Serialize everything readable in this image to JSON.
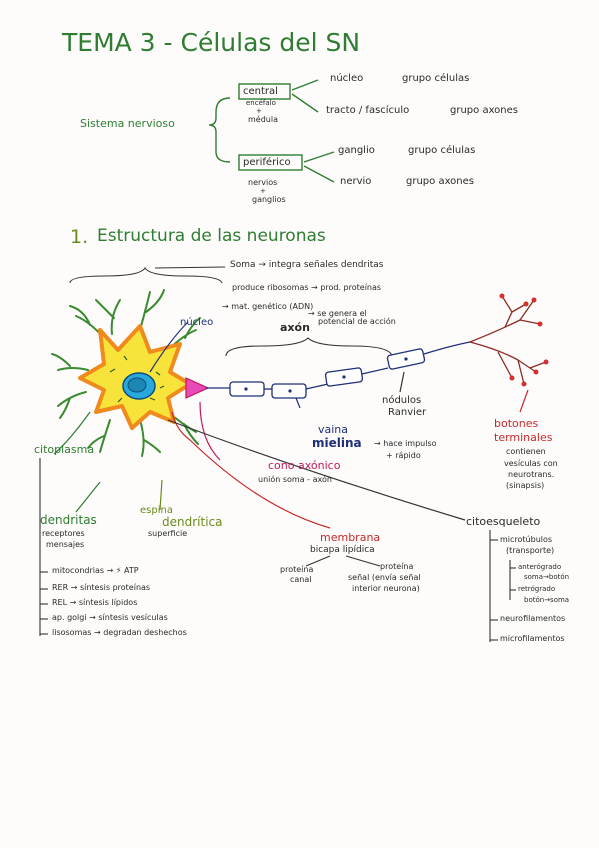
{
  "header": {
    "title": "TEMA 3 - Células del SN"
  },
  "sistema": {
    "label": "Sistema nervioso",
    "central": {
      "label": "central",
      "sub1": "encéfalo",
      "plus": "+",
      "sub2": "médula",
      "rows": [
        {
          "name": "núcleo",
          "desc": "grupo células"
        },
        {
          "name": "tracto / fascículo",
          "desc": "grupo axones"
        }
      ]
    },
    "periferico": {
      "label": "periférico",
      "sub1": "nervios",
      "plus": "+",
      "sub2": "ganglios",
      "rows": [
        {
          "name": "ganglio",
          "desc": "grupo células"
        },
        {
          "name": "nervio",
          "desc": "grupo axones"
        }
      ]
    }
  },
  "section1": {
    "number": "1.",
    "title": "Estructura de las neuronas"
  },
  "diagram": {
    "soma": "Soma → integra señales dendritas",
    "produce": "produce ribosomas → prod. proteínas",
    "nucleo": "núcleo",
    "matgen": "→ mat. genético (ADN)",
    "axon": "axón",
    "axon_desc1": "→ se genera el",
    "axon_desc2": "potencial de acción",
    "nodulos1": "nódulos",
    "nodulos2": "Ranvier",
    "botones1": "botones",
    "botones2": "terminales",
    "botones_desc": [
      "contienen",
      "vesículas con",
      "neurotrans.",
      "(sinapsis)"
    ],
    "vaina1": "vaina",
    "vaina2": "mielina",
    "vaina_desc1": "→ hace impulso",
    "vaina_desc2": "+ rápido",
    "cono": "cono axónico",
    "cono_desc": "unión soma - axón",
    "citoplasma": "citoplasma",
    "dendritas": "dendritas",
    "dendritas_desc1": "receptores",
    "dendritas_desc2": "mensajes",
    "espina1": "espina",
    "espina2": "dendrítica",
    "espina_desc": "superficie",
    "membrana": "membrana",
    "bicapa": "bicapa lipídica",
    "prot_canal1": "proteína",
    "prot_canal2": "canal",
    "prot_senal1": "proteína",
    "prot_senal2": "señal (envía señal",
    "prot_senal3": "interior neurona)",
    "citoesqueleto": "citoesqueleto",
    "microtubulos1": "microtúbulos",
    "microtubulos2": "(transporte)",
    "anterogrado1": "anterógrado",
    "anterogrado2": "soma→botón",
    "retrogrado1": "retrógrado",
    "retrogrado2": "botón→soma",
    "neurofilamentos": "neurofilamentos",
    "microfilamentos": "microfilamentos",
    "organelos": [
      "mitocondrias → ⚡ ATP",
      "RER → síntesis proteínas",
      "REL → síntesis lípidos",
      "ap. golgi → síntesis vesículas",
      "lisosomas → degradan deshechos"
    ]
  },
  "colors": {
    "green": "#2e7d32",
    "yellow": "#f7e33a",
    "orange": "#f08a1c",
    "blue": "#29a8dc",
    "navy": "#1f2f7a",
    "red": "#c62828",
    "magenta": "#d1267a",
    "purple": "#6a2c91"
  }
}
